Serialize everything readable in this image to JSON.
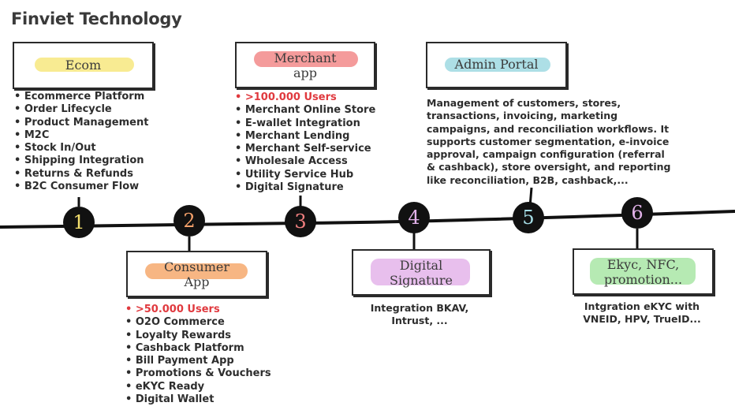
{
  "title": "Finviet Technology",
  "colors": {
    "ecom": "#f7e77f",
    "merchant": "#f28a8a",
    "admin": "#9fd9e2",
    "consumer": "#f6a96d",
    "signature": "#e4b4ea",
    "ekyc": "#a9e6a6",
    "highlight_text": "#e0393e"
  },
  "milestones": [
    {
      "number": "1",
      "color": "#f5e06e"
    },
    {
      "number": "2",
      "color": "#f4a06a"
    },
    {
      "number": "3",
      "color": "#f07f7f"
    },
    {
      "number": "4",
      "color": "#e2b2ea"
    },
    {
      "number": "5",
      "color": "#a6dde6"
    },
    {
      "number": "6",
      "color": "#e2b2ea"
    }
  ],
  "ecom": {
    "label": "Ecom",
    "items": [
      "Ecommerce Platform",
      "Order Lifecycle",
      "Product Management",
      "M2C",
      "Stock In/Out",
      "Shipping Integration",
      "Returns & Refunds",
      "B2C Consumer Flow"
    ]
  },
  "merchant": {
    "label_line1": "Merchant",
    "label_line2": "app",
    "items": [
      ">100.000 Users",
      "Merchant Online Store",
      "E-wallet Integration",
      "Merchant Lending",
      "Merchant Self-service",
      "Wholesale Access",
      "Utility Service Hub",
      "Digital Signature"
    ]
  },
  "admin": {
    "label": "Admin Portal",
    "description": "Management of customers, stores, transactions, invoicing, marketing campaigns, and reconciliation workflows. It supports customer segmentation, e-invoice approval, campaign configuration (referral & cashback), store oversight, and reporting like reconciliation, B2B, cashback,..."
  },
  "consumer": {
    "label_line1": "Consumer",
    "label_line2": "App",
    "items": [
      ">50.000 Users",
      "O2O Commerce",
      "Loyalty Rewards",
      "Cashback Platform",
      "Bill Payment App",
      "Promotions & Vouchers",
      "eKYC Ready",
      "Digital Wallet"
    ]
  },
  "signature": {
    "label_line1": "Digital",
    "label_line2": "Signature",
    "description_line1": "Integration BKAV,",
    "description_line2": "Intrust, ..."
  },
  "ekyc": {
    "label_line1": "Ekyc, NFC,",
    "label_line2": "promotion...",
    "description_line1": "Intgration eKYC with",
    "description_line2": "VNEID, HPV, TrueID..."
  }
}
